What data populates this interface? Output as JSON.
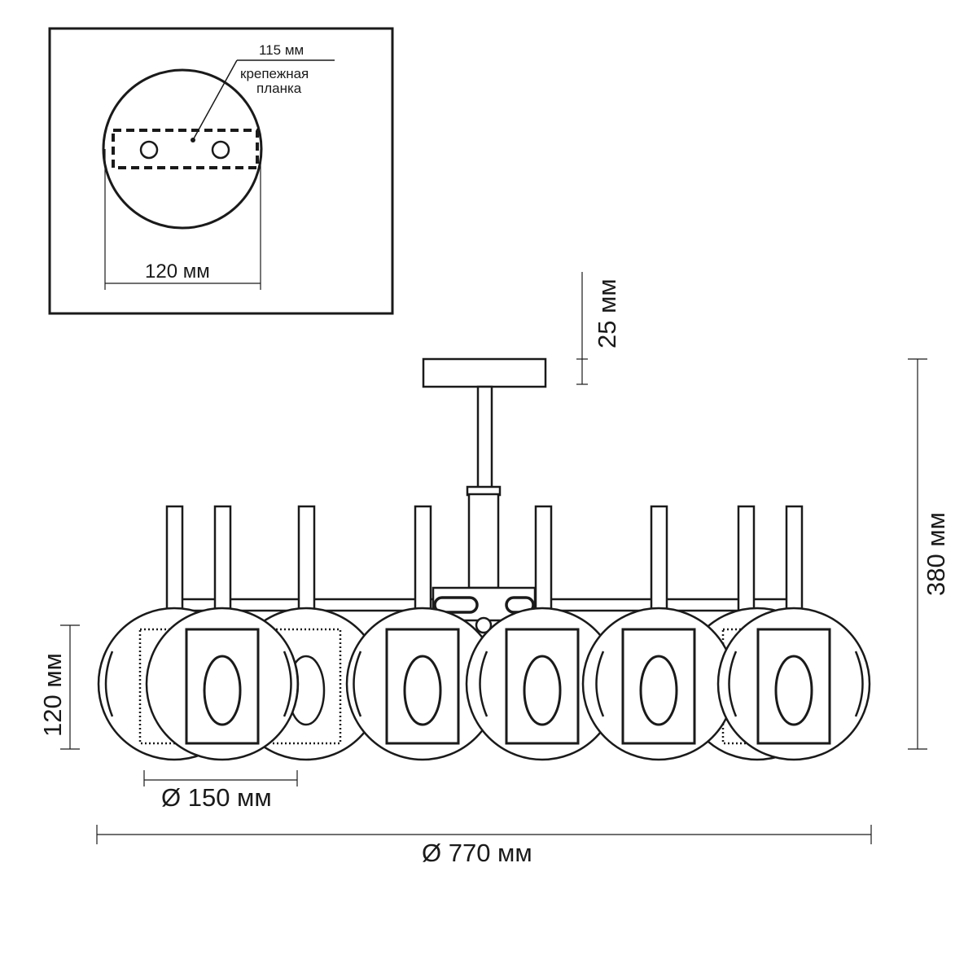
{
  "inset": {
    "plate_width_label": "115 мм",
    "plate_name_line1": "крепежная",
    "plate_name_line2": "планка",
    "base_diameter_label": "120 мм"
  },
  "dimensions": {
    "top_height_label": "25 мм",
    "total_height_label": "380 мм",
    "shade_height_label": "120 мм",
    "shade_diameter_label": "Ø 150 мм",
    "total_diameter_label": "Ø 770 мм"
  },
  "colors": {
    "line": "#1a1a1a",
    "background": "#ffffff"
  }
}
